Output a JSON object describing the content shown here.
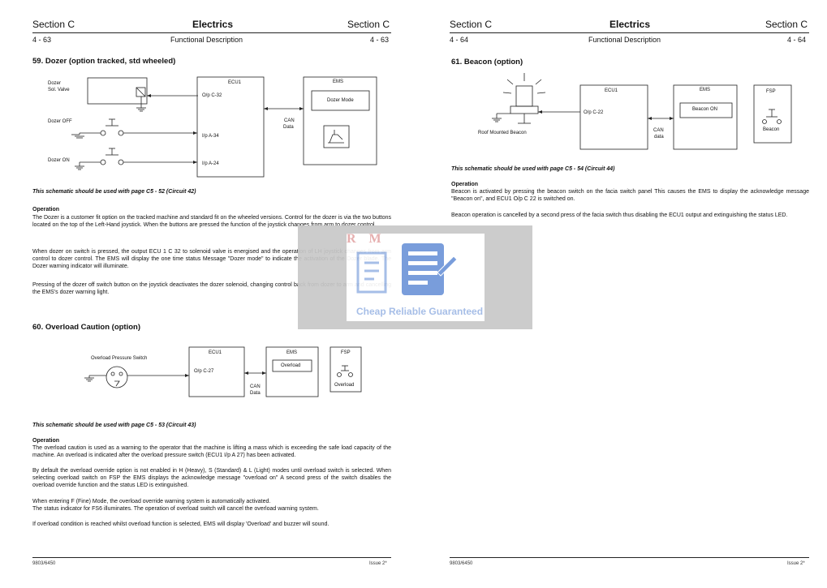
{
  "left_page": {
    "header": {
      "section_left": "Section C",
      "title": "Electrics",
      "section_right": "Section C",
      "page_left": "4 - 63",
      "subtitle": "Functional Description",
      "page_right": "4 - 63"
    },
    "sec59": {
      "title": "59. Dozer (option tracked, std wheeled)",
      "labels": {
        "dozer_sol": "Dozer",
        "dozer_sol2": "Sol. Valve",
        "dozer_off": "Dozer OFF",
        "dozer_on": "Dozer ON",
        "ecu1": "ECU1",
        "op_c32": "O/p C-32",
        "ip_a34": "I/p A-34",
        "ip_a24": "I/p A-24",
        "ems": "EMS",
        "dozer_mode": "Dozer Mode",
        "can": "CAN",
        "data": "Data"
      },
      "note": "This schematic should be used with page C5 - 52 (Circuit 42)",
      "op_title": "Operation",
      "p1": "The Dozer is a customer fit option on the tracked machine and standard fit on the wheeled versions. Control for the dozer is via the two buttons located on the top of the Left-Hand joystick. When the buttons are pressed the function of the joystick changes from arm to dozer control.",
      "p2": "When dozer on switch is pressed, the output ECU 1 C 32 to solenoid valve is energised and the operation of LH joystick changes from arm control to dozer control. The EMS will display the one time status Message \"Dozer mode\" to indicate the activation of the Dozer blade. The Dozer warning indicator will illuminate.",
      "p3": "Pressing of the dozer off switch button on the joystick deactivates the dozer solenoid, changing control back from dozer to arm and cancelling the EMS's dozer warning light."
    },
    "sec60": {
      "title": "60. Overload Caution (option)",
      "labels": {
        "ops": "Overload Pressure Switch",
        "ecu1": "ECU1",
        "op_c27": "O/p C-27",
        "ems": "EMS",
        "overload": "Overload",
        "fsp": "FSP",
        "overload2": "Overload",
        "can": "CAN",
        "data": "Data"
      },
      "note": "This schematic should be used with page C5 - 53 (Circuit 43)",
      "op_title": "Operation",
      "p1": "The overload caution is used as a warning to the operator that the machine is lifting a mass which is exceeding the safe load capacity of the machine. An overload is indicated after the overload pressure switch (ECU1 I/p A 27) has been activated.",
      "p2": "By default the overload override option is not enabled in H (Heavy), S (Standard) & L (Light) modes until overload switch is selected. When selecting overload switch on FSP the EMS displays the acknowledge message \"overload on\" A second press of the switch disables the overload override function and the status LED is extinguished.",
      "p3a": "When entering F (Fine) Mode, the overload override warning system is automatically activated.",
      "p3b": "The status indicator for FS6 illuminates. The operation of overload switch will cancel the overload warning system.",
      "p4": "If overload condition is reached whilst overload function is selected, EMS will display 'Overload' and buzzer will sound."
    },
    "footer": {
      "left": "9803/6450",
      "right": "Issue 2*"
    }
  },
  "right_page": {
    "header": {
      "section_left": "Section C",
      "title": "Electrics",
      "section_right": "Section C",
      "page_left": "4 - 64",
      "subtitle": "Functional Description",
      "page_right": "4 - 64"
    },
    "sec61": {
      "title": "61. Beacon (option)",
      "labels": {
        "beacon": "Roof Mounted Beacon",
        "ecu1": "ECU1",
        "op_c22": "O/p C-22",
        "ems": "EMS",
        "beacon_on": "Beacon ON",
        "fsp": "FSP",
        "beacon2": "Beacon",
        "can": "CAN",
        "data": "data"
      },
      "note": "This schematic should be used with page C5 - 54 (Circuit 44)",
      "op_title": "Operation",
      "p1": "Beacon is activated by pressing the beacon switch on the facia switch panel This causes the EMS to display the acknowledge message \"Beacon on\", and ECU1 O/p C 22 is switched on.",
      "p2": "Beacon operation is cancelled by a second press of the facia switch thus disabling the ECU1 output and extinguishing the status LED."
    },
    "footer": {
      "left": "9803/6450",
      "right": "Issue 2*"
    }
  },
  "watermark": {
    "letters": "R M",
    "tagline": "Cheap Reliable Guaranteed",
    "color": "#6e95d8"
  }
}
